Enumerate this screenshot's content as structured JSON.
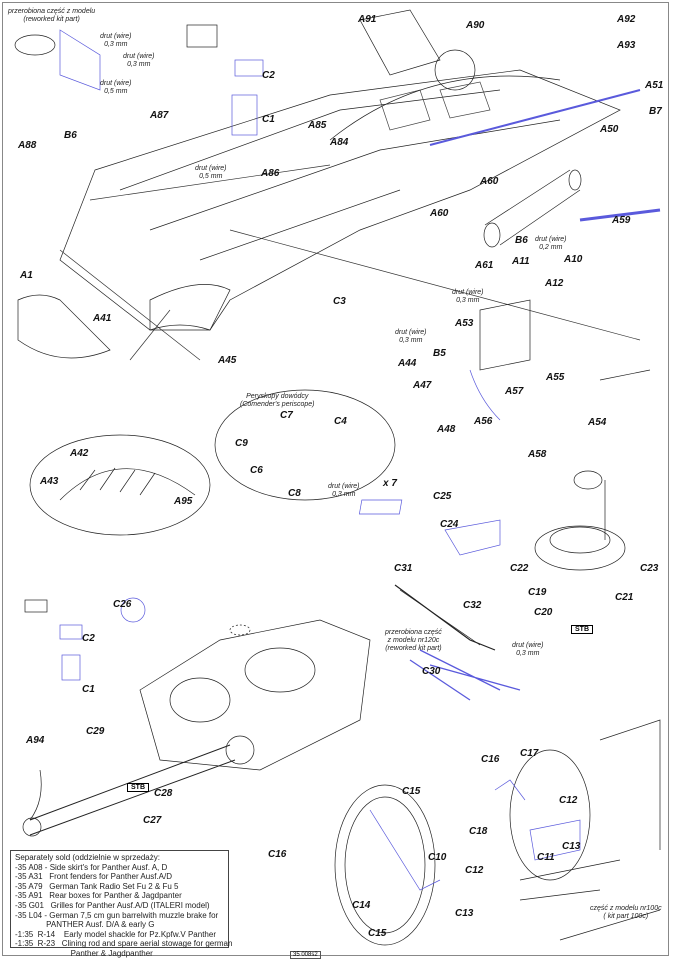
{
  "colors": {
    "part_blue": "#5a5adc",
    "line": "#222222"
  },
  "parts": [
    "A91",
    "A90",
    "A92",
    "A93",
    "A51",
    "B7",
    "A50",
    "A87",
    "C2",
    "C1",
    "A85",
    "A84",
    "A88",
    "B6",
    "A86",
    "A60",
    "A60",
    "A59",
    "B6",
    "A11",
    "A10",
    "A61",
    "A12",
    "A1",
    "A41",
    "C3",
    "A44",
    "A45",
    "A53",
    "B5",
    "A47",
    "A57",
    "A55",
    "A56",
    "A48",
    "A58",
    "A54",
    "C7",
    "C4",
    "C9",
    "C6",
    "C8",
    "x 7",
    "A42",
    "A43",
    "A95",
    "C25",
    "C24",
    "C22",
    "C23",
    "C19",
    "C21",
    "C20",
    "C31",
    "C32",
    "C30",
    "C26",
    "C2",
    "C1",
    "C29",
    "A94",
    "C28",
    "C27",
    "C16",
    "C17",
    "C15",
    "C12",
    "C13",
    "C18",
    "C11",
    "C10",
    "C12",
    "C13",
    "C16",
    "C14",
    "C15"
  ],
  "notes": {
    "reworked_top": "przerobiona część z modelu\n(reworked kit part)",
    "wire03a": "drut (wire)\n0,3 mm",
    "wire03b": "drut (wire)\n0,3 mm",
    "wire05a": "drut (wire)\n0,5 mm",
    "wire05b": "drut (wire)\n0,5 mm",
    "wire02": "drut (wire)\n0,2 mm",
    "wire03c": "drut (wire)\n0,3 mm",
    "wire03d": "drut (wire)\n0,3 mm",
    "wire03e": "drut (wire)\n0,3 mm",
    "wire03f": "drut (wire)\n0,3 mm",
    "periscope": "Peryskopy dowódcy\n(Comender's periscope)",
    "reworked_120": "przerobiona część\nz modelu nr120c\n(reworked kit part)",
    "kit100": "część z modelu nr100c\n( kit part 100c)"
  },
  "stb": [
    "STB",
    "STB"
  ],
  "separately_sold": {
    "title": "Separately sold (oddzielnie w sprzedaży:",
    "items": [
      "-35 A08 - Side skirt's for Panther Ausf. A, D",
      "-35 A31   Front fenders for Panther Ausf.A/D",
      "-35 A79   German Tank Radio Set Fu 2 & Fu 5",
      "-35 A91   Rear boxes for Panther & Jagdpanter",
      "-35 G01   Grilles for Panther Ausf.A/D (ITALERI model)",
      "-35 L04 - German 7,5 cm gun barrelwith muzzle brake for",
      "              PANTHER Ausf. D/A & early G",
      "-1:35  R-14    Early model shackle for Pz.Kpfw.V Panther",
      "-1:35  R-23   Clining rod and spare aerial stowage for german",
      "                         Panther & Jagdpanther"
    ]
  },
  "page_code": "35 008s2"
}
